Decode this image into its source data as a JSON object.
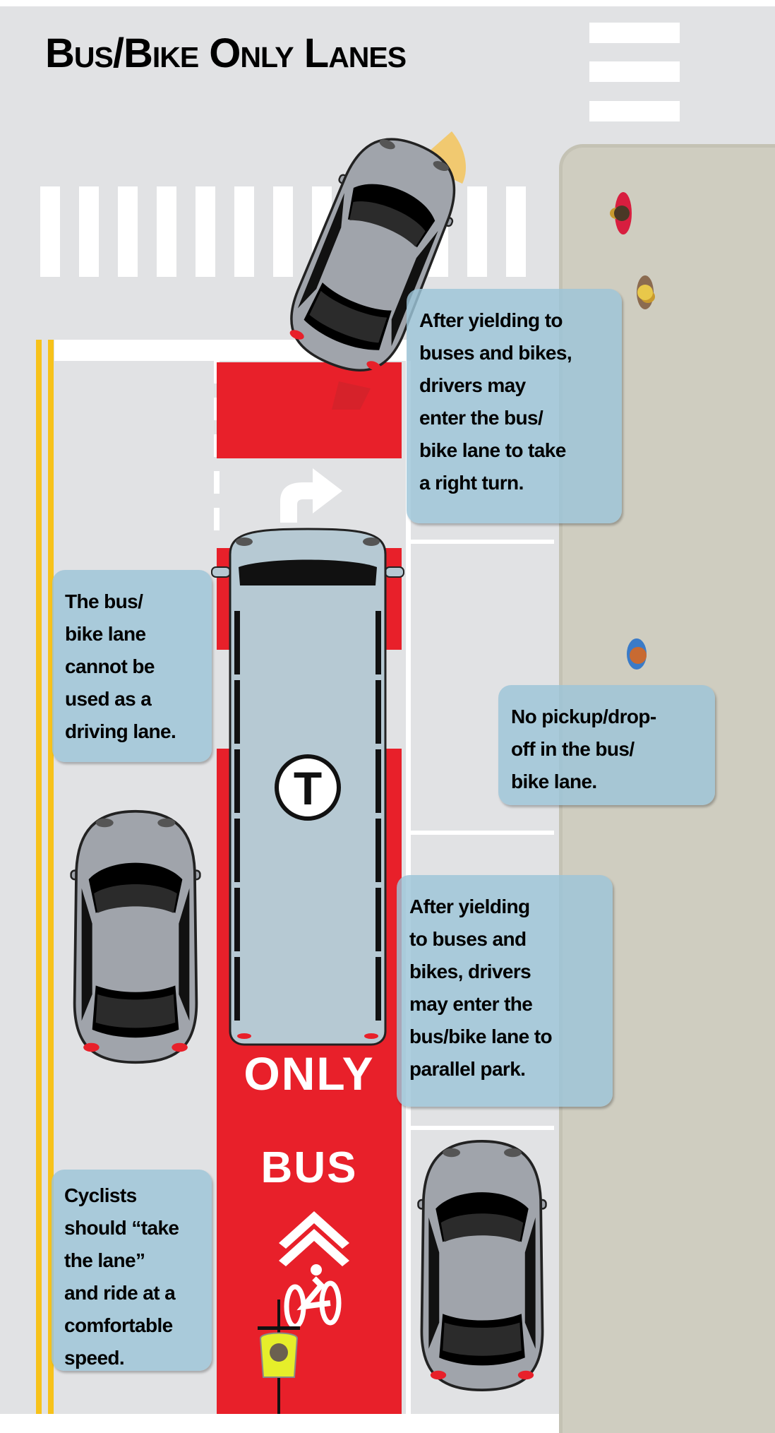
{
  "title": "Bus/Bike Only Lanes",
  "pavement_markings": {
    "only": "ONLY",
    "bus": "BUS"
  },
  "bus_logo": "T",
  "callouts": {
    "right_turn": [
      "After yielding to",
      "buses and bikes,",
      "drivers may",
      "enter the bus/",
      "bike lane to take",
      "a right turn."
    ],
    "driving_lane": [
      "The bus/",
      "bike lane",
      "cannot be",
      "used as a",
      "driving lane."
    ],
    "pickup": [
      "No pickup/drop-",
      "off in the bus/",
      "bike lane."
    ],
    "parallel_park": [
      "After yielding",
      "to buses and",
      "bikes, drivers",
      "may enter the",
      "bus/bike lane to",
      "parallel park."
    ],
    "cyclists": [
      "Cyclists",
      "should “take",
      "the lane”",
      "and ride at a",
      "comfortable",
      "speed."
    ]
  },
  "colors": {
    "bus_lane_red": "#e8202a",
    "road_gray": "#e1e2e4",
    "sidewalk": "#cfcdc0",
    "callout_blue": "#9cc4d8",
    "center_line_yellow": "#f7c21a"
  }
}
